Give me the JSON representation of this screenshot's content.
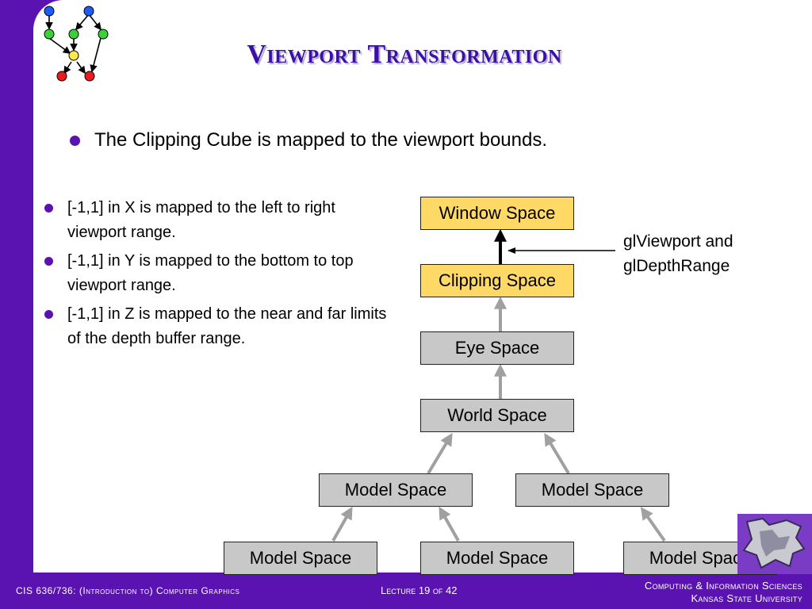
{
  "slide": {
    "title": "Viewport Transformation",
    "main_bullet": "The Clipping Cube is mapped to the viewport bounds.",
    "sub_bullets": [
      "[-1,1] in X is mapped to the left to right viewport range.",
      "[-1,1] in Y is mapped to the bottom to top viewport range.",
      "[-1,1] in Z is mapped to the near and far limits of the depth buffer range."
    ]
  },
  "diagram": {
    "window_space": "Window Space",
    "clipping_space": "Clipping Space",
    "eye_space": "Eye Space",
    "world_space": "World Space",
    "model_space_mid_left": "Model Space",
    "model_space_mid_right": "Model Space",
    "model_space_bottom_left": "Model Space",
    "model_space_bottom_center": "Model Space",
    "model_space_bottom_right": "Model Space",
    "annotation_line1": "glViewport and",
    "annotation_line2": "glDepthRange"
  },
  "footer": {
    "course": "CIS 636/736: (Introduction to) Computer Graphics",
    "lecture": "Lecture 19 of 42",
    "dept_line1": "Computing & Information Sciences",
    "dept_line2": "Kansas State University"
  },
  "colors": {
    "frame": "#5a12b0",
    "title": "#3b10a8",
    "highlight_box": "#ffd966",
    "gray_box": "#c8c8c8",
    "arrow_gray": "#a0a0a0"
  },
  "icons": {
    "corner_logo": "graph-logo-icon",
    "bottom_logo": "ksu-wildcat-logo-icon"
  }
}
